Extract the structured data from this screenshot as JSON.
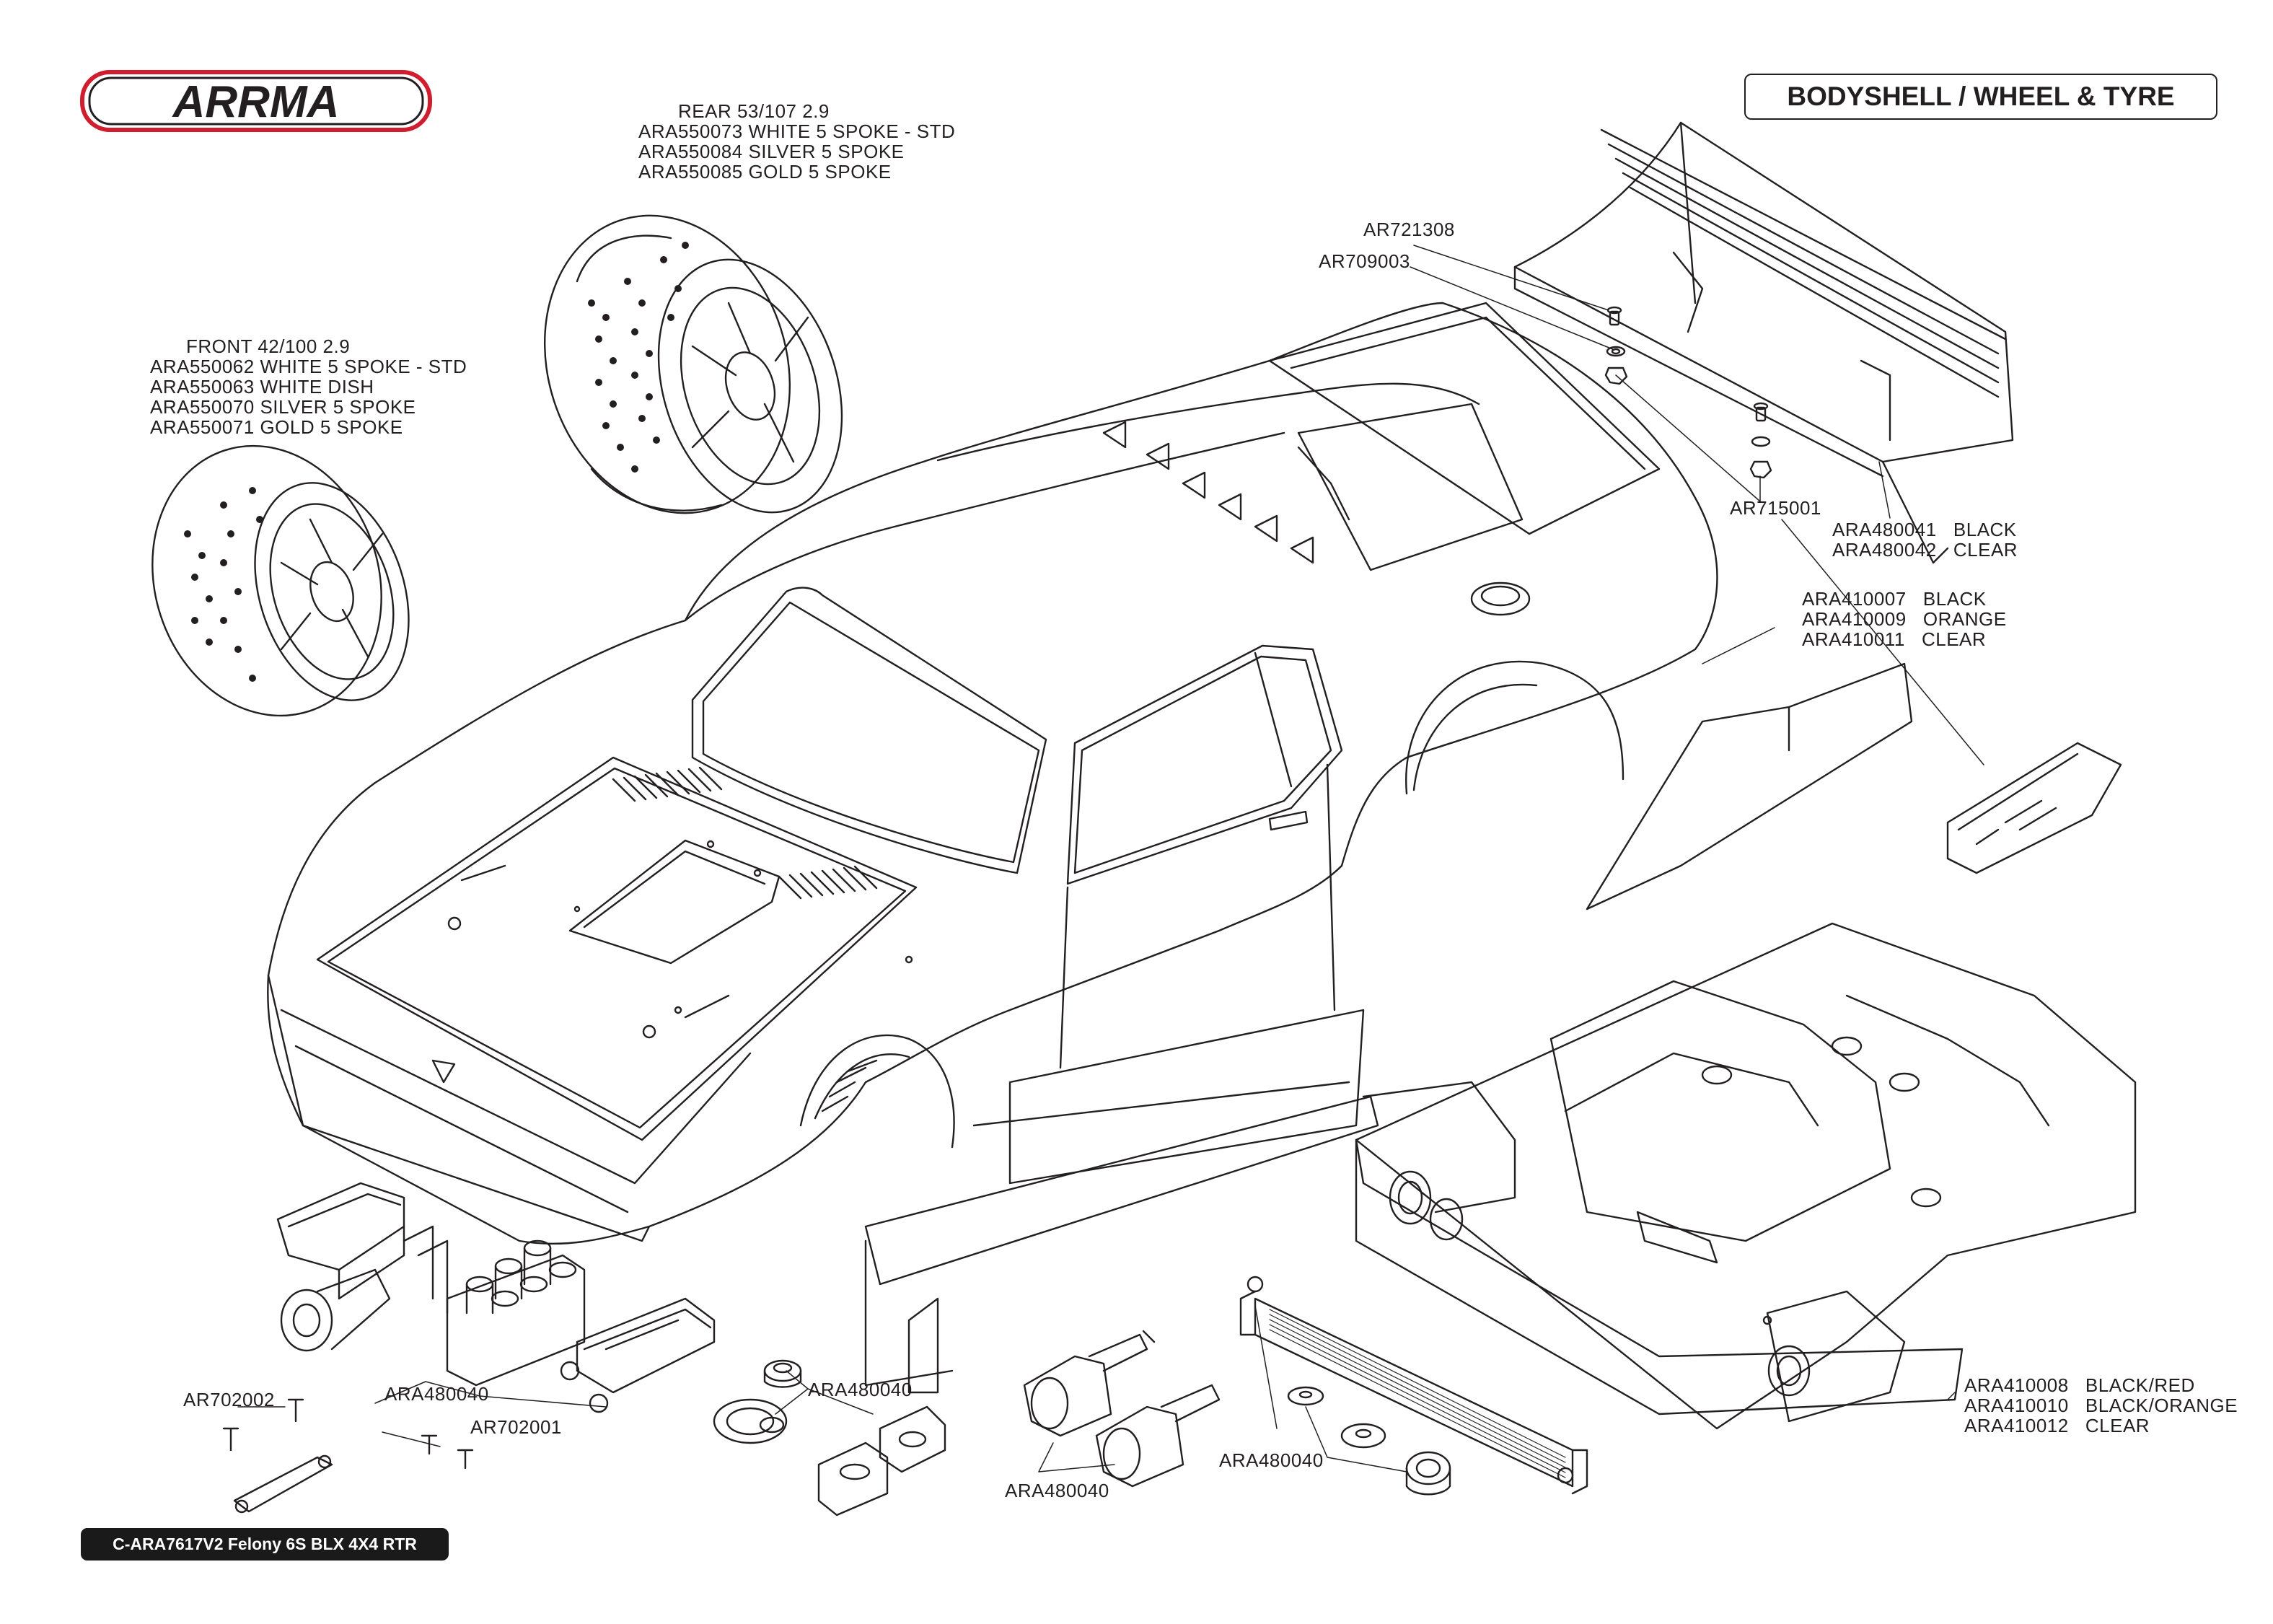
{
  "header": {
    "brand": "ARRMA",
    "section_title": "BODYSHELL / WHEEL & TYRE"
  },
  "footer": {
    "model_code": "C-ARA7617V2 Felony 6S BLX 4X4 RTR"
  },
  "callouts": {
    "rear_wheel": [
      "REAR 53/107 2.9",
      "ARA550073 WHITE 5 SPOKE - STD",
      "ARA550084 SILVER 5 SPOKE",
      "ARA550085 GOLD 5 SPOKE"
    ],
    "front_wheel": [
      "FRONT 42/100 2.9",
      "ARA550062 WHITE 5 SPOKE - STD",
      "ARA550063 WHITE DISH",
      "ARA550070 SILVER 5 SPOKE",
      "ARA550071 GOLD 5 SPOKE"
    ],
    "wing_screw": "AR721308",
    "wing_washer": "AR709003",
    "wing_nut": "AR715001",
    "wing": [
      "ARA480041   BLACK",
      "ARA480042   CLEAR"
    ],
    "side_skirt": [
      "ARA410007   BLACK",
      "ARA410009   ORANGE",
      "ARA410011   CLEAR"
    ],
    "splitter": [
      "ARA410008   BLACK/RED",
      "ARA410010   BLACK/ORANGE",
      "ARA410012   CLEAR"
    ],
    "blower": "ARA480040",
    "screw_a": "AR702002",
    "screw_b": "AR702001",
    "grommets": "ARA480040",
    "exhaust": "ARA480040",
    "intercooler": "ARA480040"
  }
}
